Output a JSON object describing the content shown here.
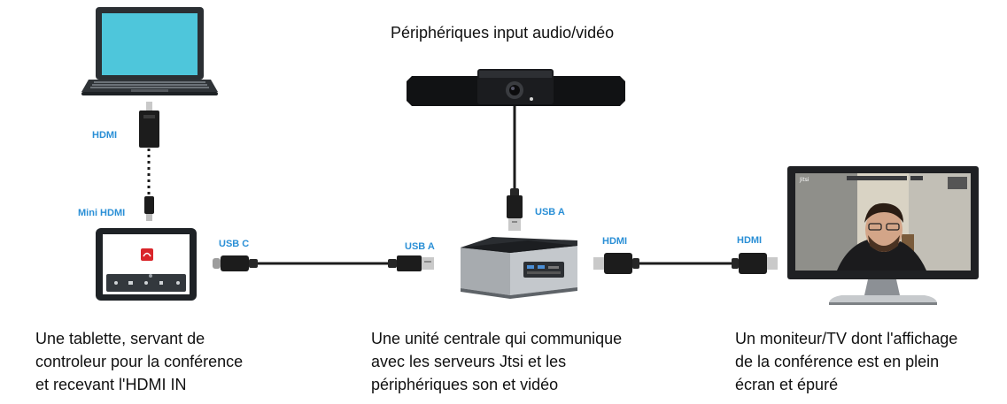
{
  "title": "Périphériques input audio/vidéo",
  "labels": {
    "hdmi_laptop": "HDMI",
    "mini_hdmi": "Mini HDMI",
    "usbc": "USB C",
    "usba_tablet": "USB A",
    "usba_camera": "USB A",
    "hdmi_nuc": "HDMI",
    "hdmi_monitor": "HDMI"
  },
  "captions": {
    "tablet": [
      "Une tablette, servant de",
      "controleur pour la conférence",
      "et recevant l'HDMI IN"
    ],
    "unit": [
      "Une unité centrale qui communique",
      "avec les serveurs Jtsi et les",
      "périphériques son et vidéo"
    ],
    "monitor": [
      "Un moniteur/TV dont l'affichage",
      "de la conférence est en plein",
      "écran et épuré"
    ]
  },
  "monitor_screen": {
    "logo": "Jitsi"
  },
  "colors": {
    "label_blue": "#2a8fd6",
    "laptop_screen": "#4ec6db",
    "tablet_red_button": "#d9252a"
  }
}
